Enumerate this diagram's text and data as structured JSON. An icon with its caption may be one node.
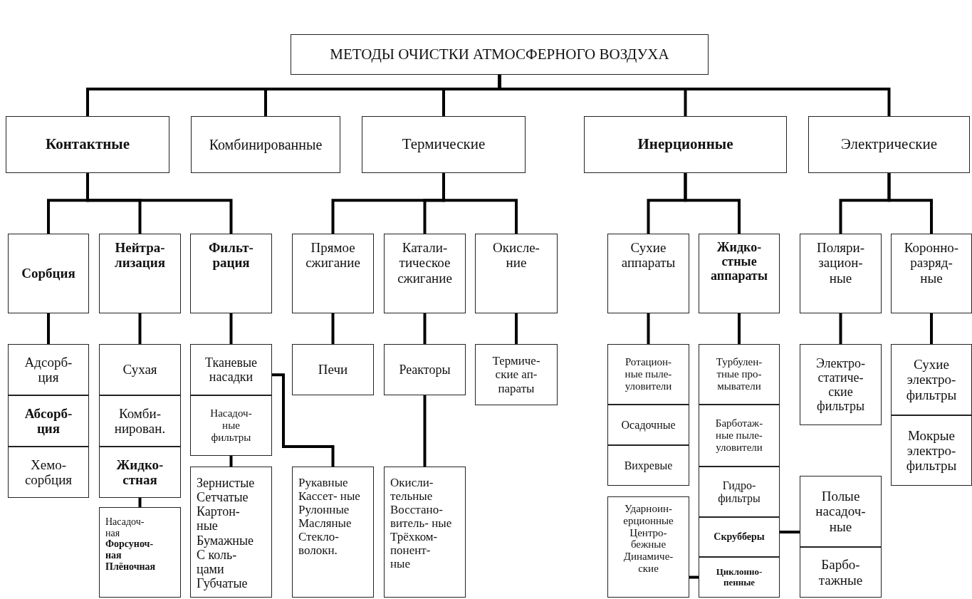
{
  "diagram": {
    "nodes": [
      {
        "text": [
          "МЕТОДЫ ОЧИСТКИ АТМОСФЕРНОГО ВОЗДУХА"
        ]
      },
      {
        "text": [
          "Контактные"
        ]
      },
      {
        "text": [
          "Комбинированные"
        ]
      },
      {
        "text": [
          "Термические"
        ]
      },
      {
        "text": [
          "Инерционные"
        ]
      },
      {
        "text": [
          "Электрические"
        ]
      },
      {
        "text": [
          "Сорбция"
        ]
      },
      {
        "text": [
          "Нейтра- лизация"
        ]
      },
      {
        "text": [
          "Фильт- рация"
        ]
      },
      {
        "text": [
          "Прямое сжигание"
        ]
      },
      {
        "text": [
          "Катали- тическое сжигание"
        ]
      },
      {
        "text": [
          "Окисле- ние"
        ]
      },
      {
        "text": [
          "Сухие аппараты"
        ]
      },
      {
        "text": [
          "Жидко- стные аппараты"
        ]
      },
      {
        "text": [
          "Поляри- зацион- ные"
        ]
      },
      {
        "text": [
          "Коронно- разряд- ные"
        ]
      },
      {
        "text": [
          "Адсорб- ция"
        ]
      },
      {
        "text": [
          "Абсорб- ция"
        ]
      },
      {
        "text": [
          "Хемо- сорбция"
        ]
      },
      {
        "text": [
          "Сухая"
        ]
      },
      {
        "text": [
          "Комби- нирован."
        ]
      },
      {
        "text": [
          "Жидко- стная"
        ]
      },
      {
        "text": [
          "Насадоч- ная **Форсуноч- ная Плёночная**"
        ]
      },
      {
        "text": [
          "Тканевые насадки"
        ]
      },
      {
        "text": [
          "Насадоч- ные фильтры"
        ]
      },
      {
        "text": [
          "Зернистые Сетчатые Картон- ные Бумажные С коль- цами Губчатые"
        ]
      },
      {
        "text": [
          "Рукавные Кассет- ные Рулонные Масляные Стекло- волокн."
        ]
      },
      {
        "text": [
          "Печи"
        ]
      },
      {
        "text": [
          "Реакторы"
        ]
      },
      {
        "text": [
          "Окисли- тельные Восстано- витель- ные Трёхком- понент- ные"
        ]
      },
      {
        "text": [
          "Термиче- ские ап- параты"
        ]
      },
      {
        "text": [
          "Ротацион- ные пыле- уловители"
        ]
      },
      {
        "text": [
          "Осадочные"
        ]
      },
      {
        "text": [
          "Вихревые"
        ]
      },
      {
        "text": [
          "Ударноин- ерционные Центро- бежные Динамиче- ские"
        ]
      },
      {
        "text": [
          "Турбулен- тные про- мыватели"
        ]
      },
      {
        "text": [
          "Барботаж- ные пыле- уловители"
        ]
      },
      {
        "text": [
          "Гидро- фильтры"
        ]
      },
      {
        "text": [
          "Скрубберы"
        ]
      },
      {
        "text": [
          "Циклонно- пенные"
        ]
      },
      {
        "text": [
          "Полые насадоч- ные"
        ]
      },
      {
        "text": [
          "Барбо- тажные"
        ]
      },
      {
        "text": [
          "Электро- статиче- ские фильтры"
        ]
      },
      {
        "text": [
          "Сухие электро- фильтры"
        ]
      },
      {
        "text": [
          "Мокрые электро- фильтры"
        ]
      }
    ],
    "edges": [
      {
        "from": 0,
        "to": 1,
        "arrow": "none"
      },
      {
        "from": 0,
        "to": 2,
        "arrow": "none"
      },
      {
        "from": 0,
        "to": 3,
        "arrow": "none"
      },
      {
        "from": 0,
        "to": 4,
        "arrow": "none"
      },
      {
        "from": 0,
        "to": 5,
        "arrow": "none"
      },
      {
        "from": 1,
        "to": 6,
        "arrow": "none"
      },
      {
        "from": 1,
        "to": 7,
        "arrow": "none"
      },
      {
        "from": 1,
        "to": 8,
        "arrow": "none"
      },
      {
        "from": 3,
        "to": 9,
        "arrow": "none"
      },
      {
        "from": 3,
        "to": 10,
        "arrow": "none"
      },
      {
        "from": 3,
        "to": 11,
        "arrow": "none"
      },
      {
        "from": 4,
        "to": 12,
        "arrow": "none"
      },
      {
        "from": 4,
        "to": 13,
        "arrow": "none"
      },
      {
        "from": 5,
        "to": 14,
        "arrow": "none"
      },
      {
        "from": 5,
        "to": 15,
        "arrow": "none"
      },
      {
        "from": 6,
        "to": 16,
        "arrow": "none"
      },
      {
        "from": 7,
        "to": 19,
        "arrow": "none"
      },
      {
        "from": 8,
        "to": 23,
        "arrow": "none"
      },
      {
        "from": 9,
        "to": 27,
        "arrow": "none"
      },
      {
        "from": 10,
        "to": 28,
        "arrow": "none"
      },
      {
        "from": 11,
        "to": 30,
        "arrow": "none"
      },
      {
        "from": 12,
        "to": 31,
        "arrow": "none"
      },
      {
        "from": 13,
        "to": 35,
        "arrow": "none"
      },
      {
        "from": 14,
        "to": 42,
        "arrow": "none"
      },
      {
        "from": 15,
        "to": 43,
        "arrow": "none"
      },
      {
        "from": 21,
        "to": 22,
        "arrow": "none"
      },
      {
        "from": 24,
        "to": 25,
        "arrow": "none"
      },
      {
        "from": 23,
        "to": 26,
        "arrow": "none"
      },
      {
        "from": 28,
        "to": 29,
        "arrow": "none"
      },
      {
        "from": 38,
        "to": 40,
        "arrow": "none"
      },
      {
        "from": 34,
        "to": 39,
        "arrow": "none"
      }
    ]
  }
}
